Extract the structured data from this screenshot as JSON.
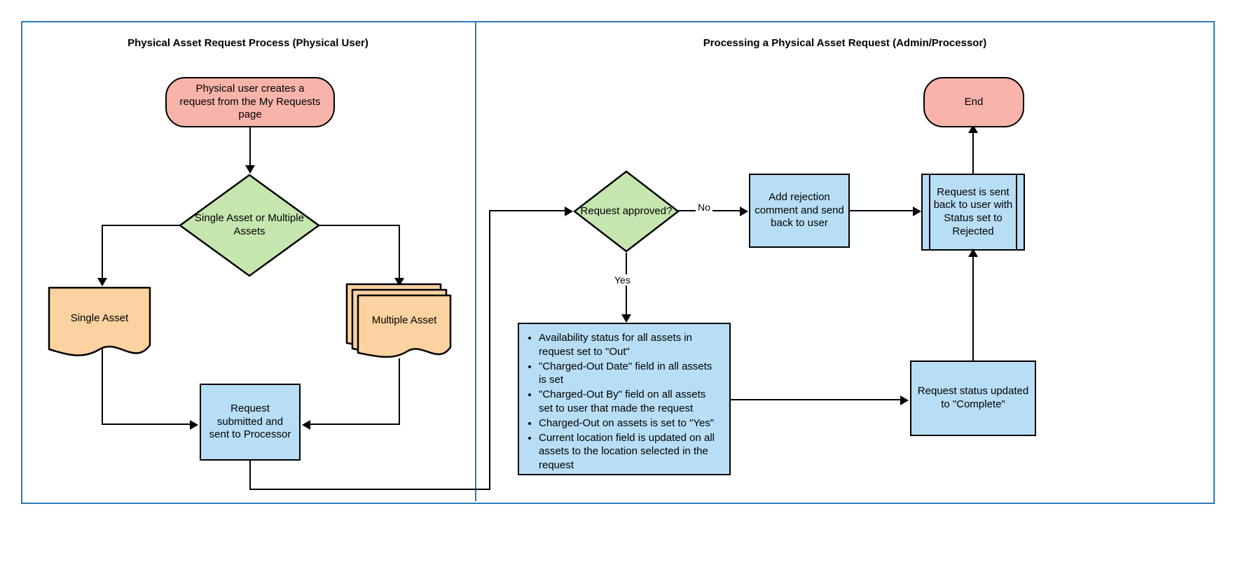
{
  "diagram": {
    "title_left": "Physical Asset Request Process (Physical User)",
    "title_right": "Processing a Physical Asset Request (Admin/Processor)",
    "colors": {
      "pool_border": "#2b7cb8",
      "terminator_fill": "#f8b4ab",
      "process_fill": "#b8def5",
      "decision_fill": "#c6e6b0",
      "document_fill": "#fbd2a0",
      "stroke": "#000000"
    }
  },
  "left_lane": {
    "start": "Physical user creates a request from the My Requests page",
    "decision": "Single Asset or Multiple Assets",
    "single_asset": "Single Asset",
    "multiple_asset": "Multiple Asset",
    "submitted": "Request submitted and sent to Processor"
  },
  "right_lane": {
    "decision": "Request approved?",
    "label_no": "No",
    "label_yes": "Yes",
    "rejection": "Add rejection comment and send back to user",
    "sent_back": "Request is sent back to user with Status set to Rejected",
    "end": "End",
    "status_complete": "Request status updated to \"Complete\"",
    "approved_steps": [
      "Availability status for all assets in request set to \"Out\"",
      "\"Charged-Out Date\" field in all assets is set",
      "\"Charged-Out By\" field on all assets set to user that made the request",
      "Charged-Out on assets is set to \"Yes\"",
      "Current location field is updated on all assets to the location selected in the request"
    ]
  }
}
